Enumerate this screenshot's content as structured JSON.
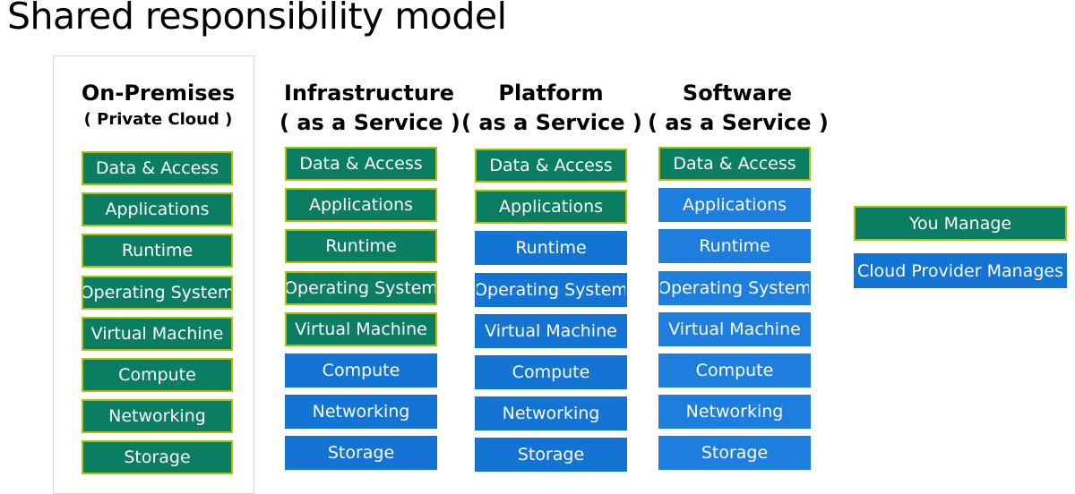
{
  "title": "Shared responsibility model",
  "colors": {
    "you_manage": "#0a7d62",
    "you_manage_border": "#a8c400",
    "cloud_provider_manages": "#1374d4"
  },
  "columns": [
    {
      "title": "On-Premises",
      "subtitle": "( Private Cloud )",
      "layers": [
        {
          "label": "Data & Access",
          "managed_by": "you"
        },
        {
          "label": "Applications",
          "managed_by": "you"
        },
        {
          "label": "Runtime",
          "managed_by": "you"
        },
        {
          "label": "Operating System",
          "managed_by": "you"
        },
        {
          "label": "Virtual Machine",
          "managed_by": "you"
        },
        {
          "label": "Compute",
          "managed_by": "you"
        },
        {
          "label": "Networking",
          "managed_by": "you"
        },
        {
          "label": "Storage",
          "managed_by": "you"
        }
      ]
    },
    {
      "title": "Infrastructure",
      "subtitle": "( as a Service )",
      "layers": [
        {
          "label": "Data & Access",
          "managed_by": "you"
        },
        {
          "label": "Applications",
          "managed_by": "you"
        },
        {
          "label": "Runtime",
          "managed_by": "you"
        },
        {
          "label": "Operating System",
          "managed_by": "you"
        },
        {
          "label": "Virtual Machine",
          "managed_by": "you"
        },
        {
          "label": "Compute",
          "managed_by": "cloud"
        },
        {
          "label": "Networking",
          "managed_by": "cloud"
        },
        {
          "label": "Storage",
          "managed_by": "cloud"
        }
      ]
    },
    {
      "title": "Platform",
      "subtitle": "( as a Service )",
      "layers": [
        {
          "label": "Data & Access",
          "managed_by": "you"
        },
        {
          "label": "Applications",
          "managed_by": "you"
        },
        {
          "label": "Runtime",
          "managed_by": "cloud"
        },
        {
          "label": "Operating System",
          "managed_by": "cloud"
        },
        {
          "label": "Virtual Machine",
          "managed_by": "cloud"
        },
        {
          "label": "Compute",
          "managed_by": "cloud"
        },
        {
          "label": "Networking",
          "managed_by": "cloud"
        },
        {
          "label": "Storage",
          "managed_by": "cloud"
        }
      ]
    },
    {
      "title": "Software",
      "subtitle": "( as a Service )",
      "layers": [
        {
          "label": "Data & Access",
          "managed_by": "you"
        },
        {
          "label": "Applications",
          "managed_by": "cloud"
        },
        {
          "label": "Runtime",
          "managed_by": "cloud"
        },
        {
          "label": "Operating System",
          "managed_by": "cloud"
        },
        {
          "label": "Virtual Machine",
          "managed_by": "cloud"
        },
        {
          "label": "Compute",
          "managed_by": "cloud"
        },
        {
          "label": "Networking",
          "managed_by": "cloud"
        },
        {
          "label": "Storage",
          "managed_by": "cloud"
        }
      ]
    }
  ],
  "legend": {
    "you_manage": "You Manage",
    "cloud_provider_manages": "Cloud Provider Manages"
  }
}
